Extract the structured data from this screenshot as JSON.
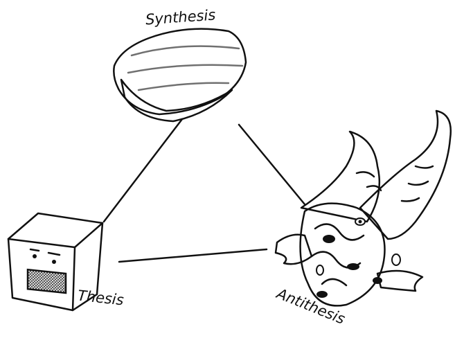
{
  "labels": {
    "synthesis": "Synthesis",
    "thesis": "Thesis",
    "antithesis": "Antithesis"
  },
  "colors": {
    "ink": "#111111",
    "paper": "#ffffff"
  }
}
